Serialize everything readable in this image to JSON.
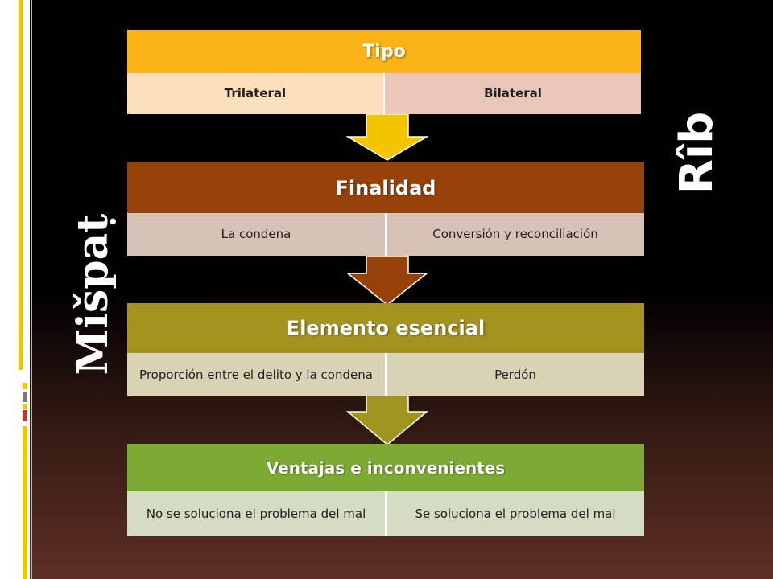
{
  "side_titles": {
    "left": "Mišpaṭ",
    "right": "Rîb"
  },
  "levels": [
    {
      "header": "Tipo",
      "cells": [
        "Trilateral",
        "Bilateral"
      ],
      "colors": {
        "header": "#f9b317",
        "cell_left": "#fbdfba",
        "cell_right": "#e9c6b8"
      }
    },
    {
      "header": "Finalidad",
      "cells": [
        "La condena",
        "Conversión y reconciliación"
      ],
      "colors": {
        "header": "#964109",
        "cell_left": "#d7c2b8",
        "cell_right": "#d7c2b8"
      }
    },
    {
      "header": "Elemento esencial",
      "cells": [
        "Proporción entre el delito y la condena",
        "Perdón"
      ],
      "colors": {
        "header": "#a59320",
        "cell_left": "#d9d2b5",
        "cell_right": "#d9d2b5"
      }
    },
    {
      "header": "Ventajas e inconvenientes",
      "cells": [
        "No se soluciona el problema del mal",
        "Se soluciona el problema del mal"
      ],
      "colors": {
        "header": "#7daa34",
        "cell_left": "#d4dcc4",
        "cell_right": "#d4dcc4"
      }
    }
  ],
  "arrow_colors": [
    "#f3c400",
    "#964109",
    "#a09420"
  ]
}
